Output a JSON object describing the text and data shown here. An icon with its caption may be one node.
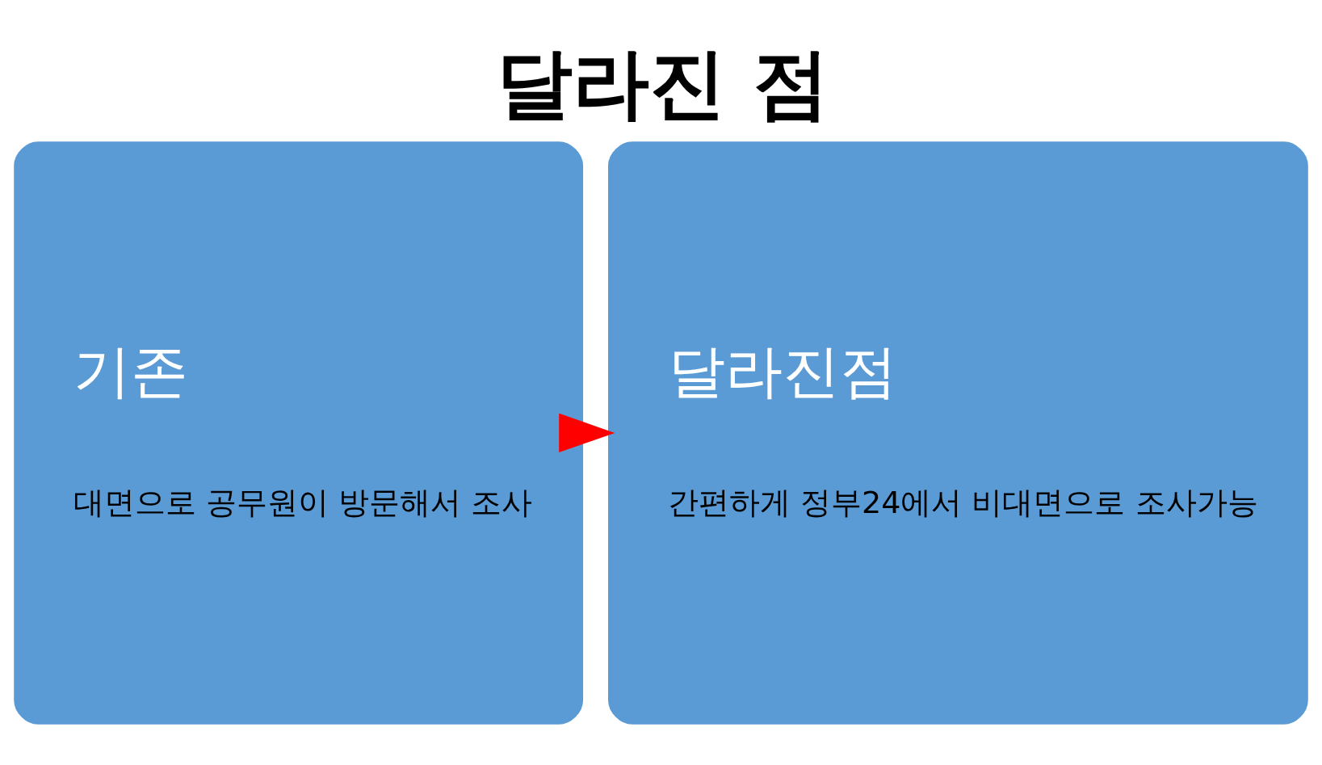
{
  "diagram": {
    "title": "달라진 점",
    "nodes": [
      {
        "text": [
          "기존",
          "대면으로 공무원이 방문해서 조사"
        ]
      },
      {
        "text": [
          "달라진점",
          "간편하게 정부24에서 비대면으로 조사가능"
        ]
      }
    ],
    "edges": [
      {
        "from": 0,
        "to": 1,
        "arrow": "to",
        "color": "#ff0000"
      }
    ]
  }
}
